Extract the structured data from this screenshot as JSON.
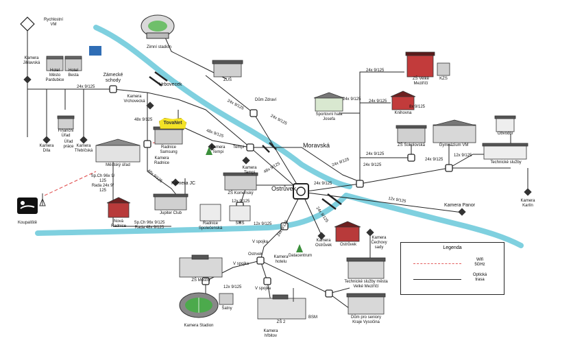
{
  "labels": {
    "rychlostni_vm": "Rychlostní\nVM",
    "kamera_jihlavska": "Kamera\nJihlavská",
    "hotel_mesto": "Hotel\nMěsto\nPardubice",
    "hotel_besta": "Hotel\nBesta",
    "zamecke_schody": "Zámecké\nschody",
    "zimni_stadion": "Zimní stadion",
    "zus": "ZUŠ",
    "hrbovecek": "Hrbovecek",
    "kamera_vrchovecka": "Kamera\nVrchovecká",
    "dum_zdravi": "Dům Zdraví",
    "x24_125_a": "24x 9/125",
    "x24_125_b": "24x 9/125",
    "x24_125_c": "24x 9/125",
    "x24_125_d": "24x 9/125",
    "x24_125_e": "24x 9/125",
    "x24_125_f": "24x 9/125",
    "x24_125_g": "24x 9/125",
    "x24_125_h": "24x 9/125",
    "x24_125_i": "24x 9/125",
    "x48_125_a": "48x 9/125",
    "x48_125_b": "48x 9/125",
    "x48_125_c": "48x 9/125",
    "x48_125_d": "48x 9/125",
    "x12_125_a": "12x 9/125",
    "x12_125_b": "12x 9/125",
    "x12_125_c": "12x 9/125",
    "x12_125_d": "12x 9/125",
    "x12_125_e": "12x 9/125",
    "x12_125_f": "12x 9/125",
    "x8_125": "8x 9/125",
    "zs_velke_mezirici": "ZŠ Velké\nMeziříčí",
    "kzs": "KZS",
    "knihovna": "Knihovna",
    "sportovni_hala": "Sportovní hala\nJosefa",
    "zs_sokolovska": "ZŠ Sokolovská",
    "gymnazium_vm": "Gymnázium VM",
    "obvodni": "Obvodní",
    "technicke_sluzby": "Technické služby",
    "kamera_karlin": "Kamera\nKarlín",
    "moranska": "Moravská",
    "ostruvek": "Ostrůvek",
    "kamera_panor": "Kamera Panor",
    "financni_urad": "Finanční\nÚřad",
    "urad_prace": "Úřad\npráce",
    "kamera_dila": "Kamera\nDíla",
    "kamera_trebicska": "Kamera\nTřebíčská",
    "mestsky_urad": "Městský úřad",
    "kamera_radnice": "Kamera\nRadnice",
    "radnice_samsung": "Radnice\nSamsung",
    "kamera_tempi": "Kamera\nTempi",
    "tempi": "Tempi",
    "kamera_tempi2": "Kamera\nTempi",
    "kamera_jc": "Kamera JC",
    "zs_komensky": "ZŠ Komenský",
    "jupiter_club": "Jupiter Club",
    "radnice_spolecenska": "Radnice\nSpolečenská",
    "sms": "SMS",
    "wifi_line_a": "Sp.Ch 96x 9/\n125\nRada 24x 9/\n125",
    "wifi_line_b": "Sp.Ch 96x 9/125\nRada 48x 9/125",
    "koupaliste": "Koupaliště",
    "nova_radnice": "Nová\nRadnice",
    "kamera_ostruvek": "Kamera\nOstrůvek",
    "ostruvek_obj": "Ostrůvek",
    "kamera_cechovy": "Kamera\nČechovy\nsady",
    "v_spojka_a": "V spojka",
    "v_spojka_b": "V spojka",
    "v_spojka_c": "V spojka",
    "datacentrum": "Datacentrum",
    "ostrvek": "Ostrvek",
    "kamera_hotel": "Kamera\nhotelu",
    "zs_mostni": "ZŠ Mostní",
    "kamera_stadion": "Kamera Stadion",
    "satny": "Šatny",
    "kamera_hrbitov": "Kamera\nhřbitov",
    "zs_2": "ZŠ 2",
    "bsm": "BSM",
    "tech_sluzby_velke": "Technické služby města\nVelké Meziříčí",
    "dum_pro_seniory": "Dům pro seniory\nKraje Vysočina",
    "tovanet": "TovaNet"
  },
  "legend": {
    "title": "Legenda",
    "wifi": "Wifi\n5GHz",
    "optic": "Optická\ntrasa"
  },
  "colors": {
    "river": "#7fd0df",
    "wifi": "#e35b5b",
    "fiber": "#222222",
    "tovanet": "#f3e227"
  }
}
